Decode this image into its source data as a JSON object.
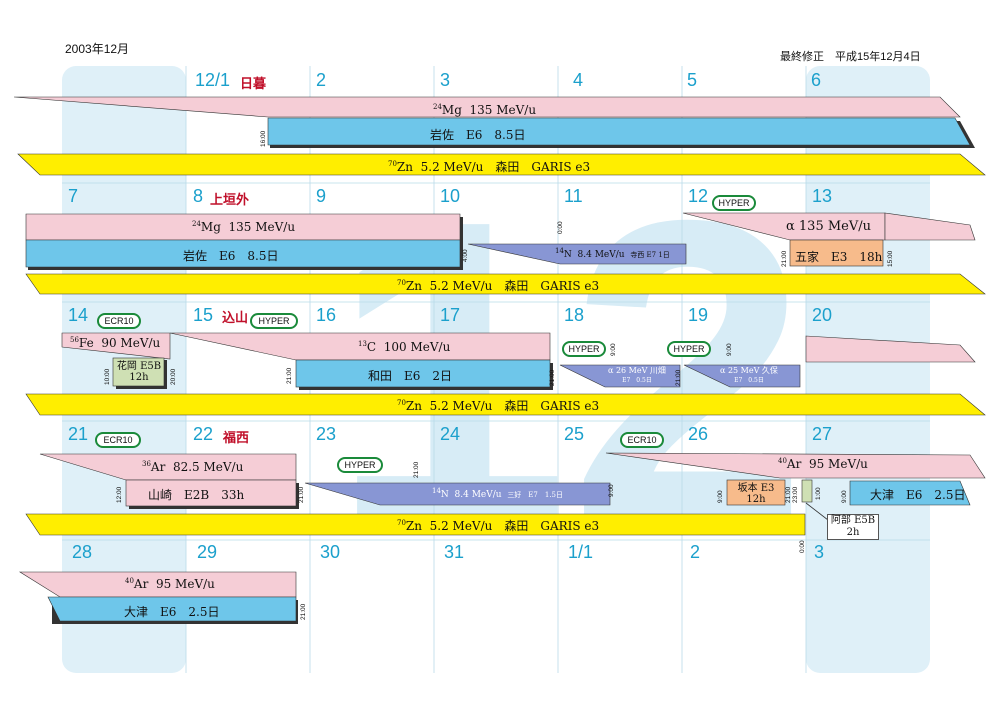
{
  "header": {
    "month": "2003年12月",
    "revised": "最終修正　平成15年12月4日"
  },
  "colors": {
    "pink": "#f5cdd6",
    "blue": "#6ec6ea",
    "yellow": "#ffee00",
    "purple": "#8896d4",
    "orange": "#f7bb8b",
    "green": "#cfe0b4",
    "date": "#1ba0cc",
    "holiday": "#c0102a",
    "pill": "#1a8a3a"
  },
  "dates": {
    "w1": [
      "12/1",
      "2",
      "3",
      "4",
      "5",
      "6"
    ],
    "w2": [
      "7",
      "8",
      "9",
      "10",
      "11",
      "12",
      "13"
    ],
    "w3": [
      "14",
      "15",
      "16",
      "17",
      "18",
      "19",
      "20"
    ],
    "w4": [
      "21",
      "22",
      "23",
      "24",
      "25",
      "26",
      "27"
    ],
    "w5": [
      "28",
      "29",
      "30",
      "31",
      "1/1",
      "2",
      "3"
    ]
  },
  "holidays": {
    "d1": "日暮",
    "d8": "上垣外",
    "d15": "込山",
    "d22": "福西"
  },
  "pills": {
    "hyper": "HYPER",
    "ecr": "ECR10"
  },
  "beams": {
    "mg_a": "135 MeV/u",
    "mg_n": "24",
    "mg_el": "Mg",
    "iwasa": "岩佐　E6　8.5日",
    "zn_a": "5.2 MeV/u　森田　GARIS e3",
    "zn_n": "70",
    "zn_el": "Zn",
    "n14_a": "8.4 MeV/u",
    "n14_n": "14",
    "n14_el": "N",
    "n14_w2": "寺西 E7 1日",
    "alpha": "α 135 MeV/u",
    "goke": "五家　E3　18h",
    "fe_a": "90 MeV/u",
    "fe_n": "56",
    "fe_el": "Fe",
    "hanaoka": "花岡 E5B",
    "hanaoka_h": "12h",
    "c_a": "100 MeV/u",
    "c_n": "13",
    "c_el": "C",
    "wada": "和田　E6　2日",
    "a26": "α 26 MeV 川畑",
    "a26s": "E7　0.5日",
    "a25": "α 25 MeV 久保",
    "a25s": "E7　0.5日",
    "ar_a1": "82.5 MeV/u",
    "ar_n": "36",
    "ar_el": "Ar",
    "yamazaki": "山崎　E2B　33h",
    "n14_w4": "三好　E7　1.5日",
    "sakamoto": "坂本 E3",
    "sakamoto_h": "12h",
    "ar40_a": "95 MeV/u",
    "ar40_n": "40",
    "otsu": "大津　E6　2.5日",
    "abe": "阿部 E5B",
    "abe_h": "2h"
  },
  "times": {
    "t1600": "16:00",
    "t400": "4:00",
    "t000": "0:00",
    "t2100": "21:00",
    "t1500": "15:00",
    "t1000": "10:00",
    "t2000": "20:00",
    "t900": "9:00",
    "t1200": "12:00",
    "t2300": "23:00",
    "t100": "1:00"
  }
}
